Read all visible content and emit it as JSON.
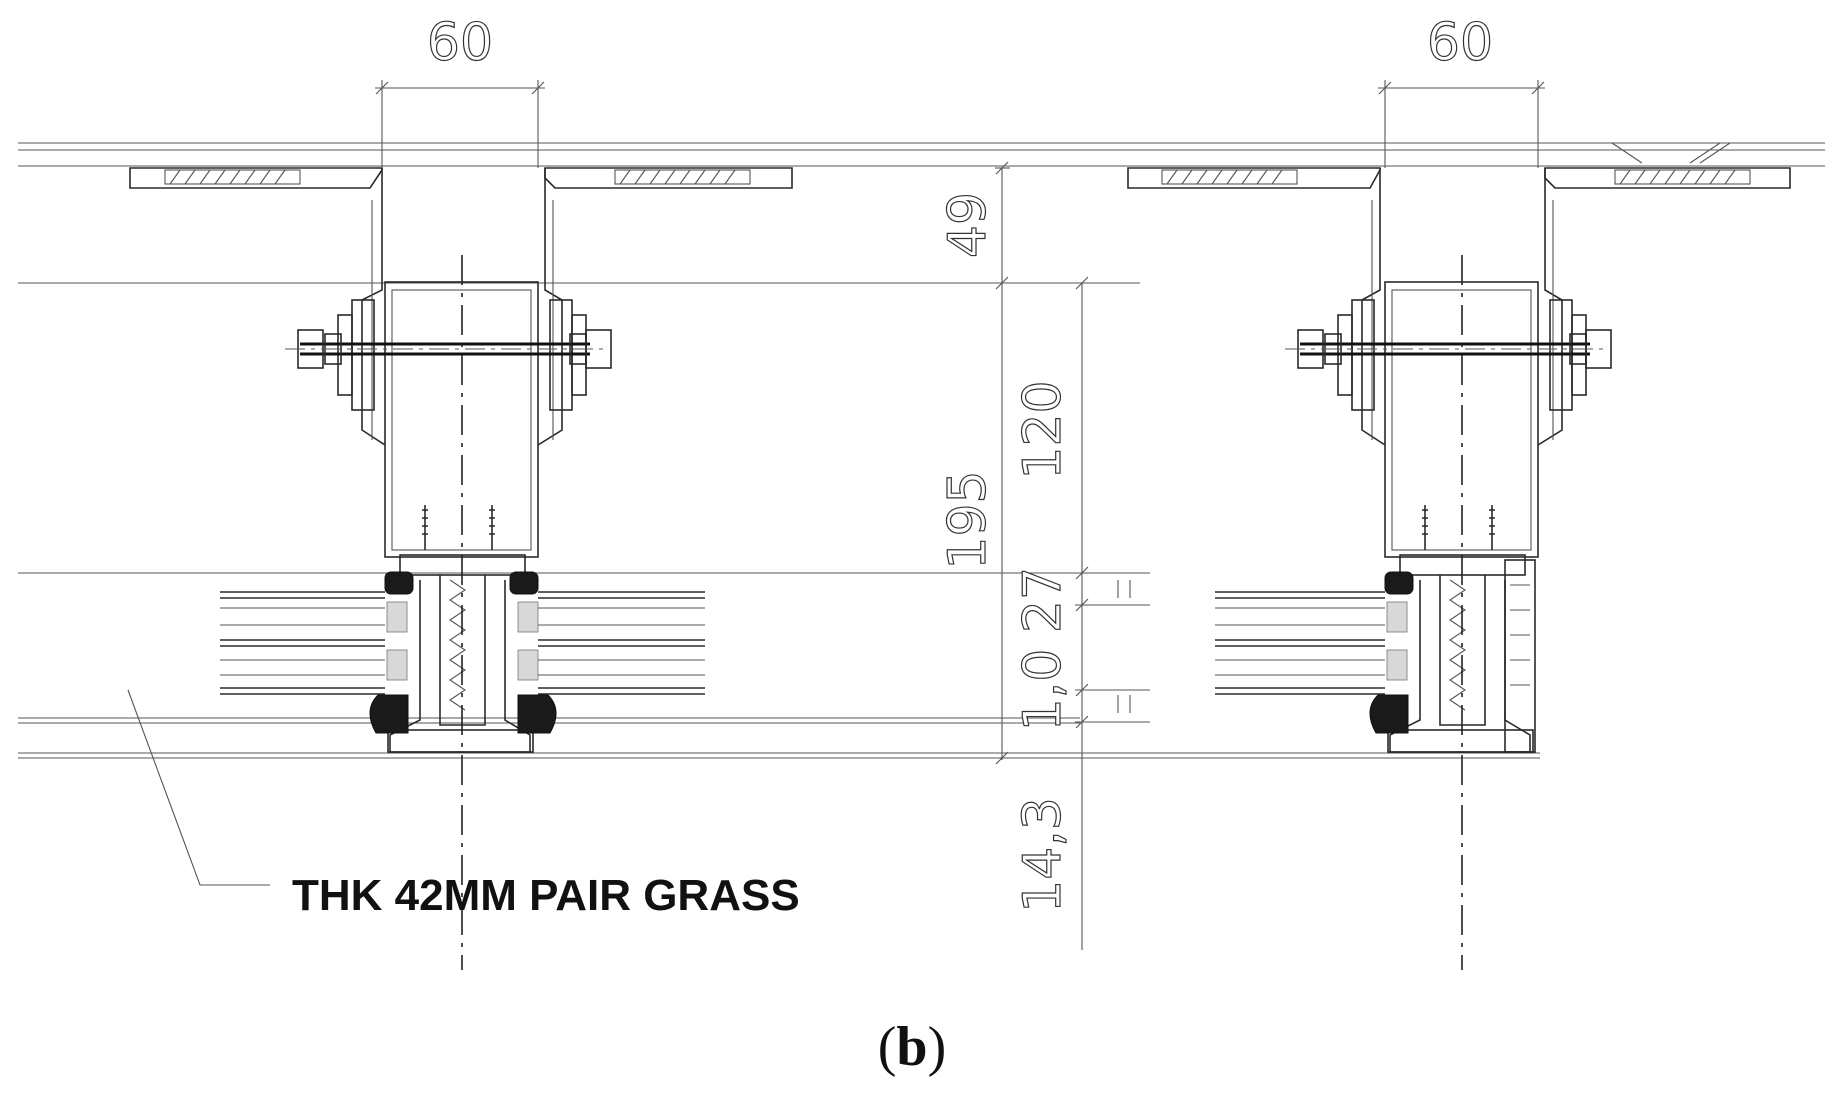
{
  "dimensions": {
    "left_top_width": "60",
    "right_top_width": "60",
    "vertical_49": "49",
    "vertical_120": "120",
    "vertical_195": "195",
    "vertical_27": "27",
    "vertical_1_0": "1,0",
    "vertical_14_3": "14,3"
  },
  "note": "THK 42MM PAIR GRASS",
  "caption": {
    "paren_open": "(",
    "letter": "b",
    "paren_close": ")"
  }
}
